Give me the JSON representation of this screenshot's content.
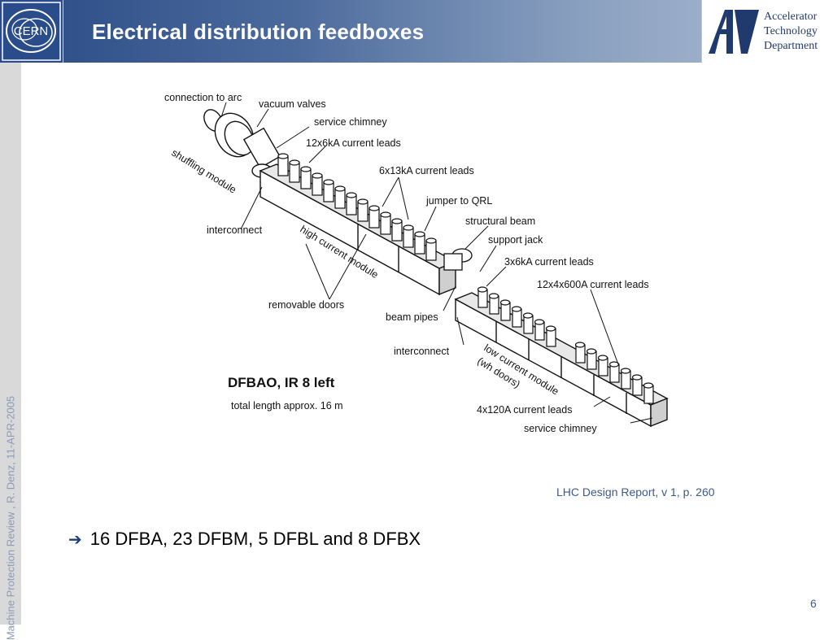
{
  "header": {
    "title": "Electrical distribution feedboxes",
    "cern_logo_text": "CERN",
    "department": [
      "Accelerator",
      "Technology",
      "Department"
    ],
    "colors": {
      "header_dark": "#294a86",
      "header_light": "#aebdd2",
      "accent": "#213a6e"
    }
  },
  "sidebar": {
    "text": "Machine Protection Review , R. Denz, 11-APR-2005"
  },
  "diagram": {
    "labels": {
      "connection_to_arc": "connection to arc",
      "vacuum_valves": "vacuum valves",
      "service_chimney_top": "service chimney",
      "leads_12x6ka": "12x6kA current leads",
      "shuffling_module": "shuffling module",
      "leads_6x13ka": "6x13kA current leads",
      "jumper_to_qrl": "jumper to QRL",
      "interconnect_left": "interconnect",
      "structural_beam": "structural beam",
      "support_jack": "support jack",
      "high_current_module": "high current module",
      "leads_3x6ka": "3x6kA current leads",
      "leads_12x4x600a": "12x4x600A current leads",
      "removable_doors": "removable doors",
      "beam_pipes": "beam pipes",
      "interconnect_bottom": "interconnect",
      "low_current_module_1": "low current module",
      "low_current_module_2": "(wh doors)",
      "caption_title": "DFBAO, IR 8 left",
      "caption_sub": "total length approx. 16 m",
      "leads_4x120a": "4x120A current leads",
      "service_chimney_bottom": "service chimney"
    }
  },
  "credit": "LHC Design Report, v 1, p. 260",
  "bullet": {
    "icon": "arrow-right-icon",
    "text": "16 DFBA, 23 DFBM, 5 DFBL and 8 DFBX"
  },
  "page_number": "6"
}
